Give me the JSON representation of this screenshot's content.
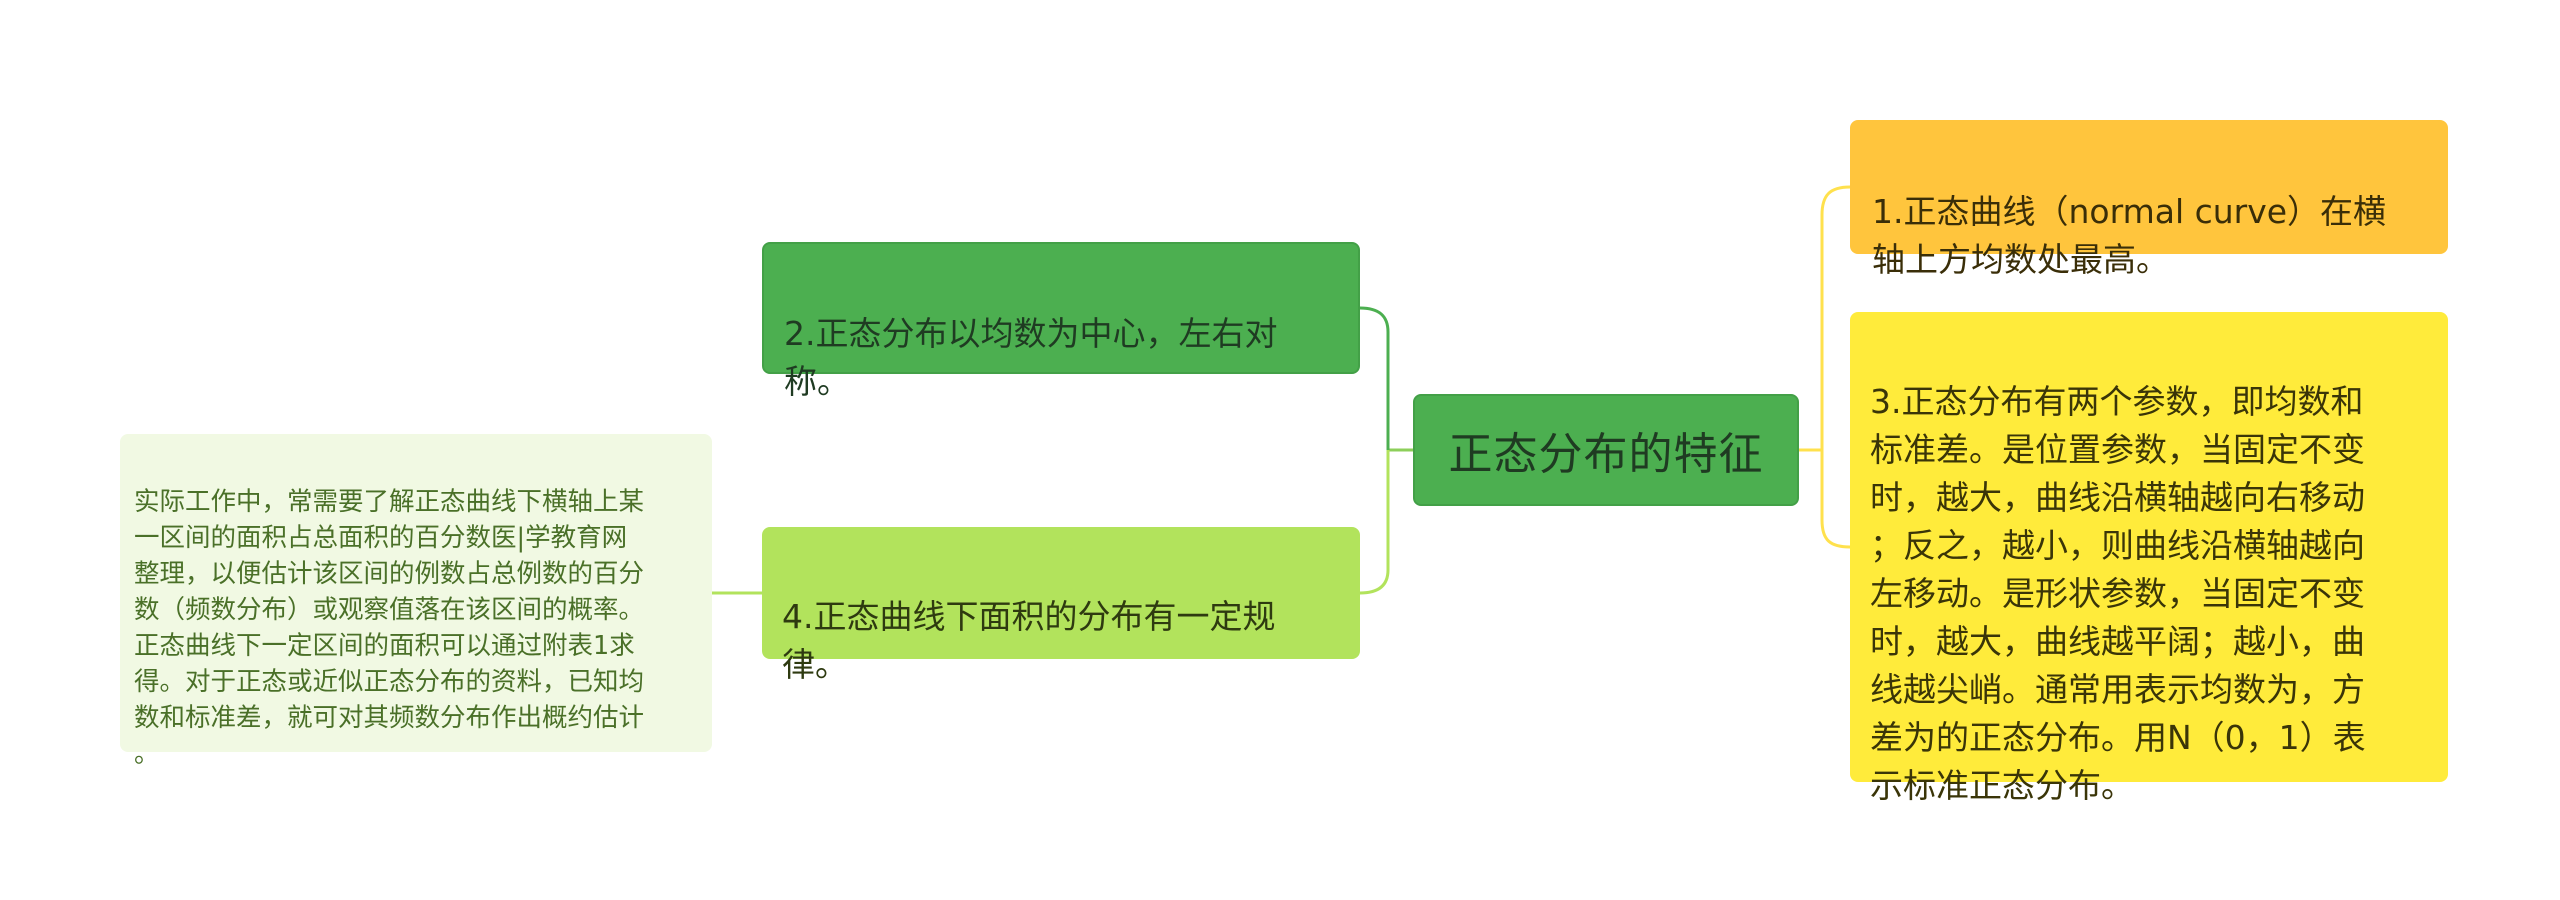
{
  "central": {
    "title": "正态分布的特征"
  },
  "branches": [
    {
      "id": "1",
      "text": "1.正态曲线（normal curve）在横\n轴上方均数处最高。",
      "color": "#ffc53d"
    },
    {
      "id": "2",
      "text": "2.正态分布以均数为中心，左右对\n称。",
      "color": "#4caf50"
    },
    {
      "id": "3",
      "text": "3.正态分布有两个参数，即均数和\n标准差。是位置参数，当固定不变\n时，越大，曲线沿横轴越向右移动\n；反之，越小，则曲线沿横轴越向\n左移动。是形状参数，当固定不变\n时，越大，曲线越平阔；越小，曲\n线越尖峭。通常用表示均数为，方\n差为的正态分布。用N（0，1）表\n示标准正态分布。",
      "color": "#ffeb3b"
    },
    {
      "id": "4",
      "text": "4.正态曲线下面积的分布有一定规\n律。",
      "color": "#b2e35c",
      "child": {
        "text": "实际工作中，常需要了解正态曲线下横轴上某\n一区间的面积占总面积的百分数医|学教育网\n整理，以便估计该区间的例数占总例数的百分\n数（频数分布）或观察值落在该区间的概率。\n正态曲线下一定区间的面积可以通过附表1求\n得。对于正态或近似正态分布的资料，已知均\n数和标准差，就可对其频数分布作出概约估计\n。",
        "color": "#f1f9e3"
      }
    }
  ],
  "connector_colors": {
    "right": "#ffe14d",
    "left_top": "#4caf50",
    "left_bottom": "#b2e35c",
    "sub": "#b2e35c"
  }
}
